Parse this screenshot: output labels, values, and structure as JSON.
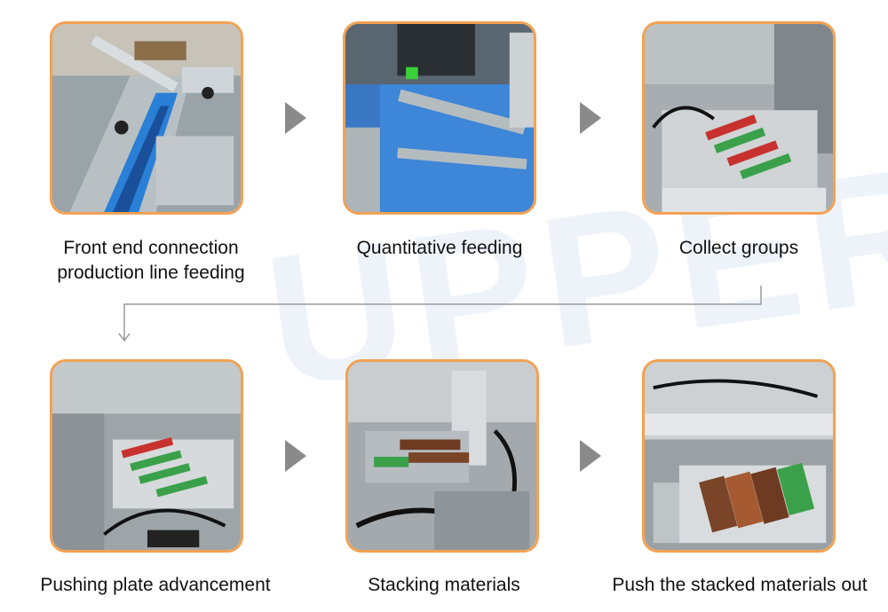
{
  "watermark": "UPPER",
  "steps": [
    {
      "label": "Front end connection\nproduction line feeding",
      "image": "conveyor-feeding-photo"
    },
    {
      "label": "Quantitative feeding",
      "image": "blue-belt-feeding-photo"
    },
    {
      "label": "Collect groups",
      "image": "collect-groups-photo"
    },
    {
      "label": "Pushing plate advancement",
      "image": "pushing-plate-photo"
    },
    {
      "label": "Stacking materials",
      "image": "stacking-photo"
    },
    {
      "label": "Push the stacked materials out",
      "image": "push-out-photo"
    }
  ],
  "colors": {
    "frame": "#f3a153",
    "arrow": "#8a8a8a",
    "connector": "#9a9a9a"
  }
}
